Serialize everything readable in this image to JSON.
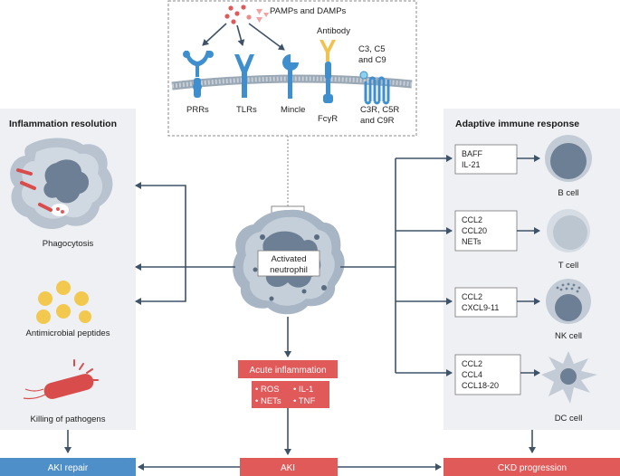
{
  "receptors": {
    "pamps_damps": "PAMPs and DAMPs",
    "antibody": "Antibody",
    "complement": [
      "C3, C5",
      "and C9"
    ],
    "prrs": "PRRs",
    "tlrs": "TLRs",
    "mincle": "Mincle",
    "fcyr": "FcγR",
    "c3r": [
      "C3R, C5R",
      "and C9R"
    ]
  },
  "left_panel": {
    "title": "Inflammation resolution",
    "phagocytosis": "Phagocytosis",
    "antimicrobial": "Antimicrobial peptides",
    "killing": "Killing of pathogens"
  },
  "center": {
    "neutrophil": [
      "Activated",
      "neutrophil"
    ],
    "acute": "Acute inflammation",
    "mediators": [
      "ROS",
      "NETs",
      "IL-1",
      "TNF"
    ]
  },
  "right_panel": {
    "title": "Adaptive immune response",
    "cells": [
      {
        "label": "B cell",
        "items": [
          "BAFF",
          "IL-21"
        ]
      },
      {
        "label": "T cell",
        "items": [
          "CCL2",
          "CCL20",
          "NETs"
        ]
      },
      {
        "label": "NK cell",
        "items": [
          "CCL2",
          "CXCL9-11"
        ]
      },
      {
        "label": "DC cell",
        "items": [
          "CCL2",
          "CCL4",
          "CCL18-20"
        ]
      }
    ]
  },
  "bottom": {
    "aki_repair": "AKI repair",
    "aki": "AKI",
    "ckd": "CKD progression"
  },
  "colors": {
    "blue": "#4e8ec9",
    "red": "#e05a5a",
    "panel": "#eef0f4",
    "arrow": "#3e5368"
  }
}
